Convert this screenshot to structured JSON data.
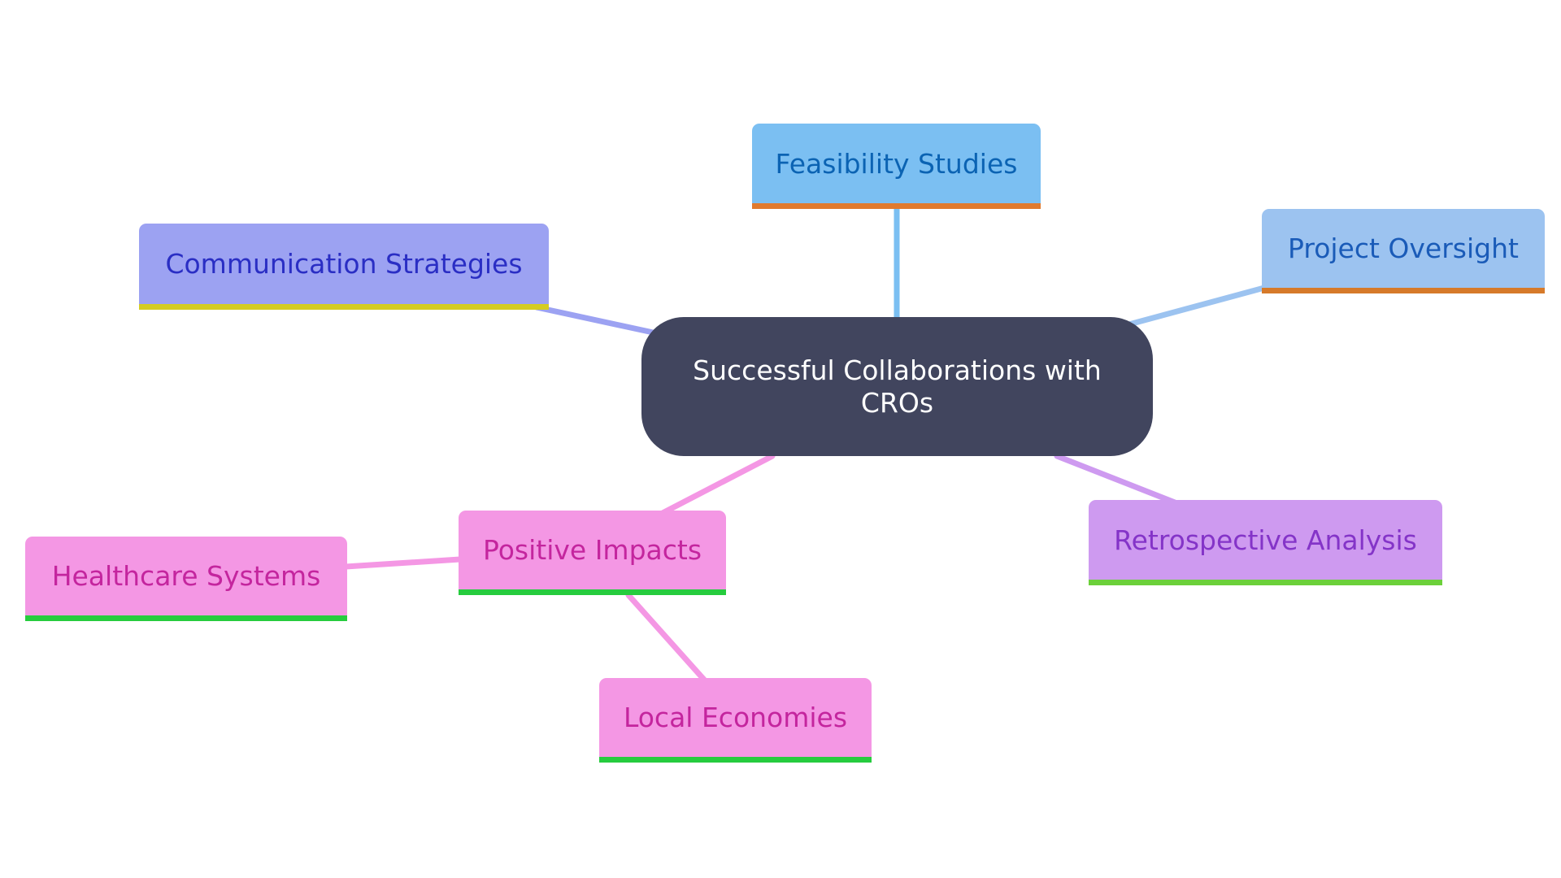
{
  "diagram": {
    "type": "mind-map",
    "root": {
      "label": "Successful Collaborations with CROs",
      "fill": "#41455e",
      "text_color": "#ffffff"
    },
    "nodes": {
      "feasibility": {
        "label": "Feasibility Studies",
        "fill": "#7bbff2",
        "text_color": "#0b63b3",
        "underline": "#e07a2e",
        "edge_color": "#7bbff2"
      },
      "oversight": {
        "label": "Project Oversight",
        "fill": "#9cc3f0",
        "text_color": "#1a5bb8",
        "underline": "#d67a2a",
        "edge_color": "#9cc3f0"
      },
      "communication": {
        "label": "Communication Strategies",
        "fill": "#9ca2f2",
        "text_color": "#2a2ec4",
        "underline": "#d4cc22",
        "edge_color": "#9ca2f2"
      },
      "retrospective": {
        "label": "Retrospective Analysis",
        "fill": "#ce9af0",
        "text_color": "#8434c8",
        "underline": "#6cd03a",
        "edge_color": "#ce9af0"
      },
      "positive": {
        "label": "Positive Impacts",
        "fill": "#f497e4",
        "text_color": "#c4259e",
        "underline": "#26cc3e",
        "edge_color": "#f497e4"
      },
      "healthcare": {
        "label": "Healthcare Systems",
        "fill": "#f497e4",
        "text_color": "#c4259e",
        "underline": "#26cc3e",
        "edge_color": "#f497e4"
      },
      "local": {
        "label": "Local Economies",
        "fill": "#f497e4",
        "text_color": "#c4259e",
        "underline": "#26cc3e",
        "edge_color": "#f497e4"
      }
    },
    "edges": [
      {
        "from": "root",
        "to": "feasibility"
      },
      {
        "from": "root",
        "to": "oversight"
      },
      {
        "from": "root",
        "to": "communication"
      },
      {
        "from": "root",
        "to": "retrospective"
      },
      {
        "from": "root",
        "to": "positive"
      },
      {
        "from": "positive",
        "to": "healthcare"
      },
      {
        "from": "positive",
        "to": "local"
      }
    ]
  }
}
